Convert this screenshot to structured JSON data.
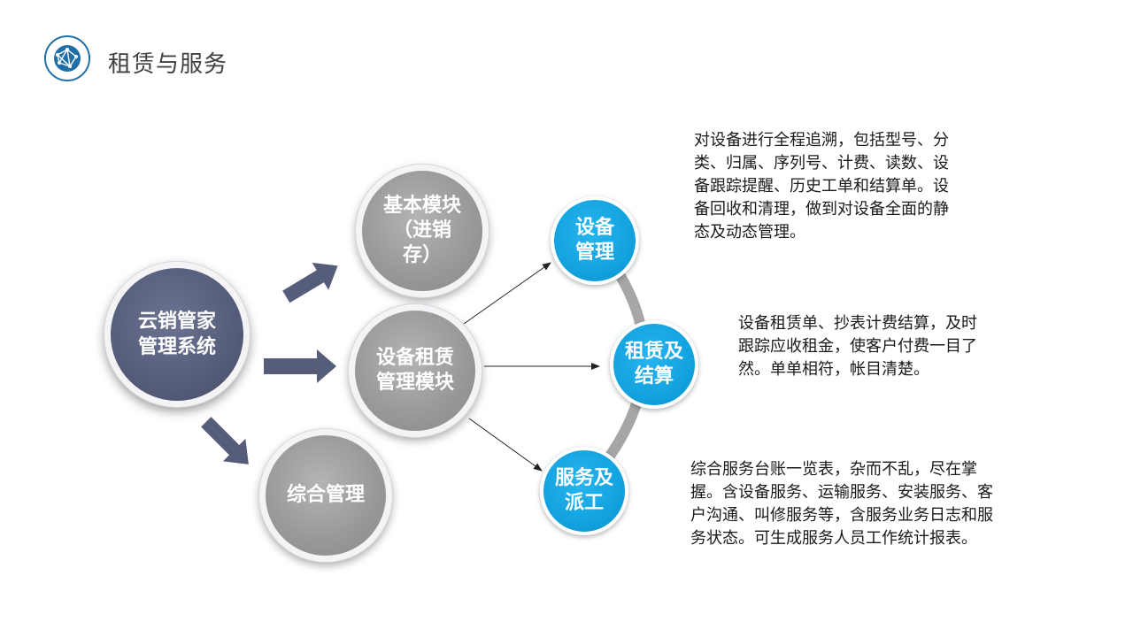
{
  "header": {
    "title": "租赁与服务",
    "logo_icon": "globe-network-icon"
  },
  "nodes": {
    "center": "云销管家管理系统",
    "basic": "基本模块（进销存）",
    "rental": "设备租赁管理模块",
    "general": "综合管理",
    "equipment": "设备管理",
    "settlement": "租赁及结算",
    "service": "服务及派工"
  },
  "descriptions": {
    "equipment": "对设备进行全程追溯，包括型号、分类、归属、序列号、计费、读数、设备跟踪提醒、历史工单和结算单。设备回收和清理，做到对设备全面的静态及动态管理。",
    "settlement": "设备租赁单、抄表计费结算，及时跟踪应收租金，使客户付费一目了然。单单相符，帐目清楚。",
    "service": "综合服务台账一览表，杂而不乱，尽在掌握。含设备服务、运输服务、安装服务、客户沟通、叫修服务等，含服务业务日志和服务状态。可生成服务人员工作统计报表。"
  },
  "colors": {
    "title": "#404040",
    "arrow": "#555d7a",
    "gray_node": "#9a9a9a",
    "dark_node": "#555d7a",
    "blue_node": "#12a3e0",
    "arc": "#a6a6a6"
  }
}
